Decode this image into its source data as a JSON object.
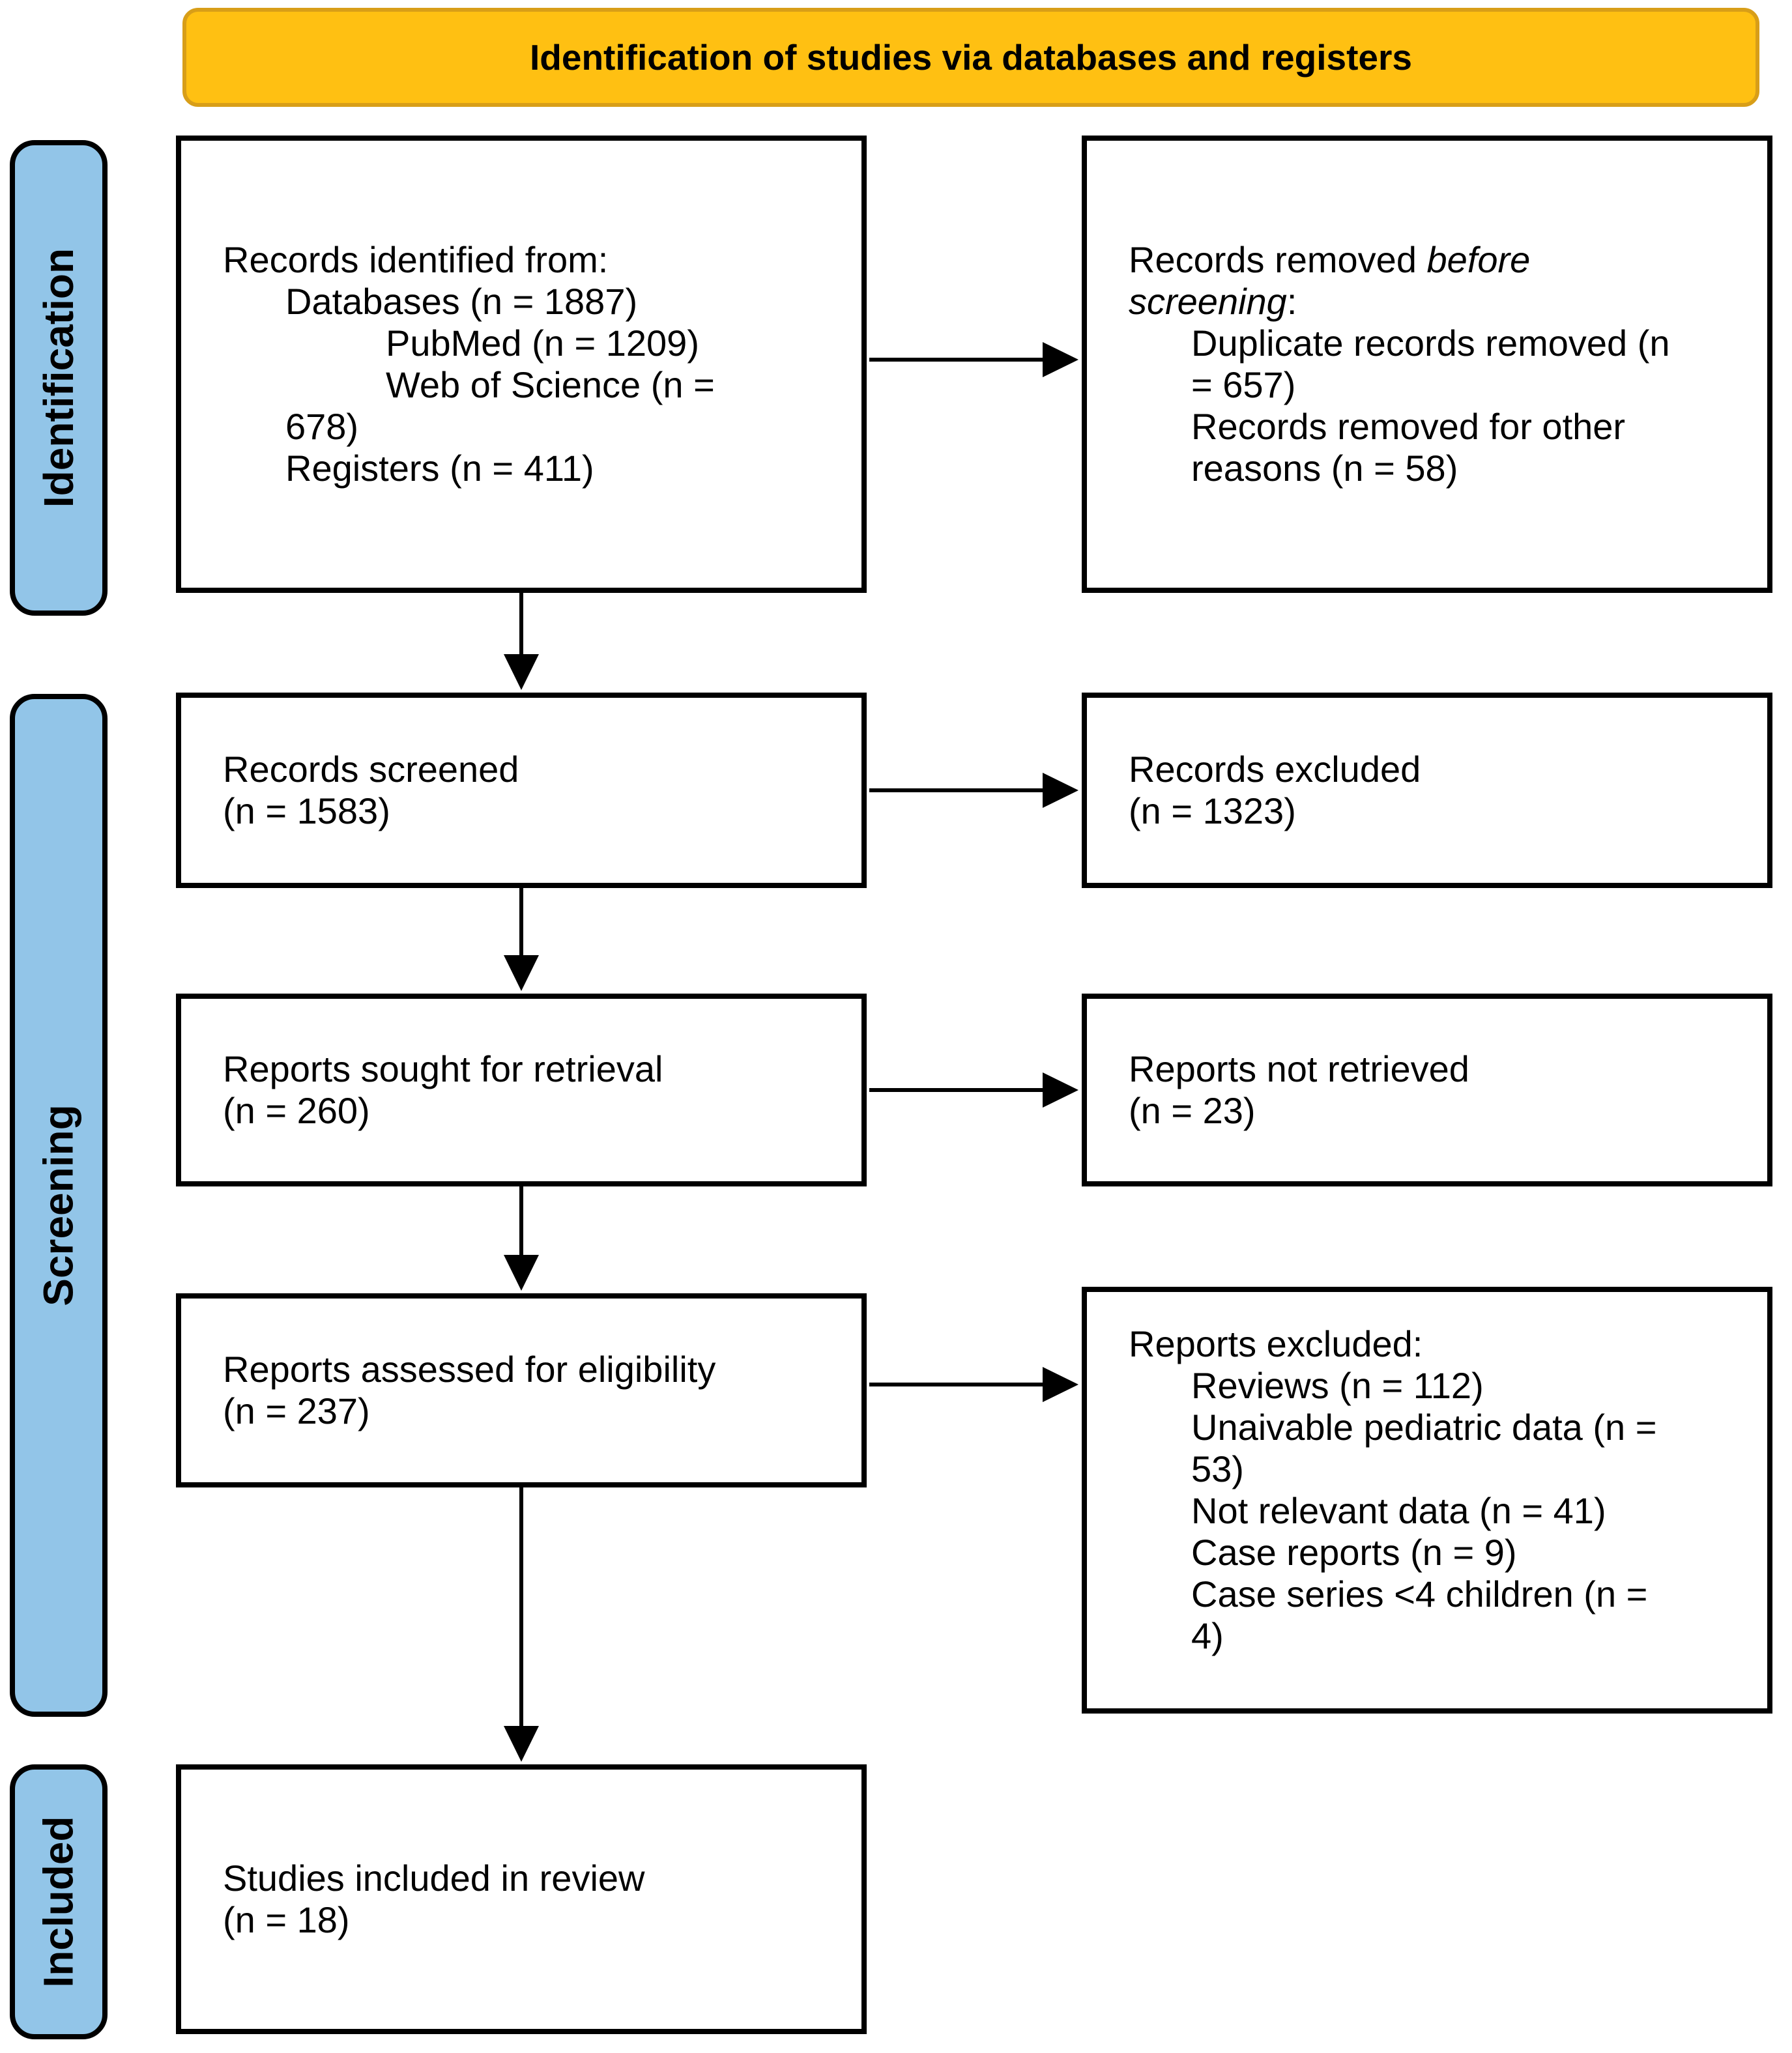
{
  "banner": {
    "title": "Identification of studies via databases and registers"
  },
  "sidebar": {
    "identification": "Identification",
    "screening": "Screening",
    "included": "Included"
  },
  "boxes": {
    "records_identified": {
      "lines": [
        {
          "indent": 0,
          "parts": [
            {
              "text": "Records identified from:"
            }
          ]
        },
        {
          "indent": 1,
          "parts": [
            {
              "text": "Databases (n = 1887)"
            }
          ]
        },
        {
          "indent": 2,
          "parts": [
            {
              "text": "PubMed (n = 1209)"
            }
          ]
        },
        {
          "indent": 2,
          "parts": [
            {
              "text": "Web of Science (n ="
            }
          ]
        },
        {
          "indent": 1,
          "parts": [
            {
              "text": "678)"
            }
          ]
        },
        {
          "indent": 1,
          "parts": [
            {
              "text": "Registers (n = 411)"
            }
          ]
        }
      ]
    },
    "records_removed": {
      "lines": [
        {
          "indent": 0,
          "parts": [
            {
              "text": "Records removed "
            },
            {
              "text": "before",
              "italic": true
            }
          ]
        },
        {
          "indent": 0,
          "parts": [
            {
              "text": "screening",
              "italic": true
            },
            {
              "text": ":"
            }
          ]
        },
        {
          "indent": 1,
          "parts": [
            {
              "text": "Duplicate records removed (n"
            }
          ]
        },
        {
          "indent": 1,
          "parts": [
            {
              "text": "= 657)"
            }
          ]
        },
        {
          "indent": 1,
          "parts": [
            {
              "text": "Records removed for other"
            }
          ]
        },
        {
          "indent": 1,
          "parts": [
            {
              "text": "reasons (n = 58)"
            }
          ]
        }
      ]
    },
    "records_screened": {
      "lines": [
        {
          "indent": 0,
          "parts": [
            {
              "text": "Records screened"
            }
          ]
        },
        {
          "indent": 0,
          "parts": [
            {
              "text": "(n = 1583)"
            }
          ]
        }
      ]
    },
    "records_excluded": {
      "lines": [
        {
          "indent": 0,
          "parts": [
            {
              "text": "Records excluded"
            }
          ]
        },
        {
          "indent": 0,
          "parts": [
            {
              "text": "(n = 1323)"
            }
          ]
        }
      ]
    },
    "reports_sought": {
      "lines": [
        {
          "indent": 0,
          "parts": [
            {
              "text": "Reports sought for retrieval"
            }
          ]
        },
        {
          "indent": 0,
          "parts": [
            {
              "text": "(n = 260)"
            }
          ]
        }
      ]
    },
    "reports_not_retrieved": {
      "lines": [
        {
          "indent": 0,
          "parts": [
            {
              "text": "Reports not retrieved"
            }
          ]
        },
        {
          "indent": 0,
          "parts": [
            {
              "text": "(n = 23)"
            }
          ]
        }
      ]
    },
    "reports_assessed": {
      "lines": [
        {
          "indent": 0,
          "parts": [
            {
              "text": "Reports assessed for eligibility"
            }
          ]
        },
        {
          "indent": 0,
          "parts": [
            {
              "text": "(n = 237)"
            }
          ]
        }
      ]
    },
    "reports_excluded": {
      "lines": [
        {
          "indent": 0,
          "parts": [
            {
              "text": "Reports excluded:"
            }
          ]
        },
        {
          "indent": 1,
          "parts": [
            {
              "text": "Reviews (n = 112)"
            }
          ]
        },
        {
          "indent": 1,
          "parts": [
            {
              "text": "Unaivable pediatric data (n ="
            }
          ]
        },
        {
          "indent": 1,
          "parts": [
            {
              "text": "53)"
            }
          ]
        },
        {
          "indent": 1,
          "parts": [
            {
              "text": "Not relevant data (n = 41)"
            }
          ]
        },
        {
          "indent": 1,
          "parts": [
            {
              "text": "Case reports (n = 9)"
            }
          ]
        },
        {
          "indent": 1,
          "parts": [
            {
              "text": "Case series <4 children (n ="
            }
          ]
        },
        {
          "indent": 1,
          "parts": [
            {
              "text": "4)"
            }
          ]
        }
      ]
    },
    "studies_included": {
      "lines": [
        {
          "indent": 0,
          "parts": [
            {
              "text": "Studies included in review"
            }
          ]
        },
        {
          "indent": 0,
          "parts": [
            {
              "text": "(n = 18)"
            }
          ]
        }
      ]
    }
  },
  "connectors": [
    {
      "from": "records_identified",
      "to": "records_removed",
      "direction": "right"
    },
    {
      "from": "records_identified",
      "to": "records_screened",
      "direction": "down"
    },
    {
      "from": "records_screened",
      "to": "records_excluded",
      "direction": "right"
    },
    {
      "from": "records_screened",
      "to": "reports_sought",
      "direction": "down"
    },
    {
      "from": "reports_sought",
      "to": "reports_not_retrieved",
      "direction": "right"
    },
    {
      "from": "reports_sought",
      "to": "reports_assessed",
      "direction": "down"
    },
    {
      "from": "reports_assessed",
      "to": "reports_excluded",
      "direction": "right"
    },
    {
      "from": "reports_assessed",
      "to": "studies_included",
      "direction": "down"
    }
  ],
  "colors": {
    "banner_fill": "#FFC012",
    "banner_border": "#D89E18",
    "sidebar_fill": "#92C5E8",
    "box_border": "#000000"
  }
}
